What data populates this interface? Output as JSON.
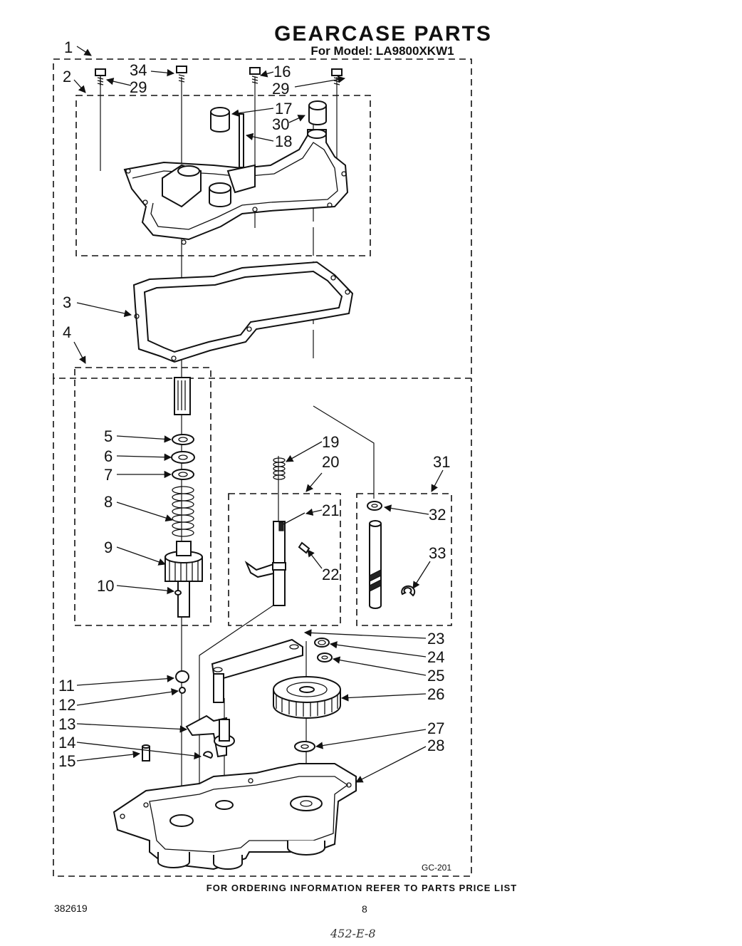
{
  "title": "GEARCASE PARTS",
  "subtitle": "For Model: LA9800XKW1",
  "diagram_code": "GC-201",
  "footer_note": "FOR ORDERING INFORMATION REFER TO PARTS PRICE LIST",
  "doc_number": "382619",
  "page_number": "8",
  "handwritten": "452-E-8",
  "callouts": {
    "c1": "1",
    "c2": "2",
    "c3": "3",
    "c4": "4",
    "c5": "5",
    "c6": "6",
    "c7": "7",
    "c8": "8",
    "c9": "9",
    "c10": "10",
    "c11": "11",
    "c12": "12",
    "c13": "13",
    "c14": "14",
    "c15": "15",
    "c16": "16",
    "c17": "17",
    "c18": "18",
    "c19": "19",
    "c20": "20",
    "c21": "21",
    "c22": "22",
    "c23": "23",
    "c24": "24",
    "c25": "25",
    "c26": "26",
    "c27": "27",
    "c28": "28",
    "c29a": "29",
    "c29b": "29",
    "c30": "30",
    "c31": "31",
    "c32": "32",
    "c33": "33",
    "c34": "34"
  }
}
